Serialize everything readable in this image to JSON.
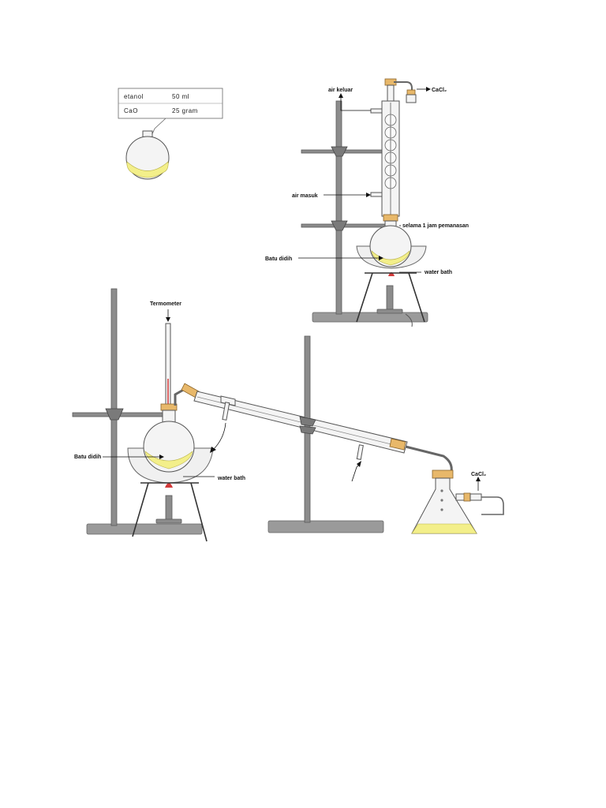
{
  "reagents": {
    "ethanol_name": "etanol",
    "ethanol_amount": "50 ml",
    "cao_name": "CaO",
    "cao_amount": "25 gram"
  },
  "reflux": {
    "water_out": "air keluar",
    "drying_tube": "CaCl₂",
    "water_in": "air masuk",
    "duration": "selama 1 jam pemanasan",
    "boiling_stone": "Batu didih",
    "bath": "water bath"
  },
  "distillation": {
    "thermometer": "Termometer",
    "boiling_stone": "Batu didih",
    "bath": "water bath",
    "drying_tube": "CaCl₂"
  },
  "colors": {
    "liquid": "#f3ef8a",
    "cork": "#e8b86a",
    "steel": "#8c8c8c",
    "flame": "#d23a3a"
  },
  "icons": [
    "flask-icon",
    "condenser-icon",
    "burner-icon",
    "tripod-icon",
    "clamp-icon",
    "thermometer-icon"
  ]
}
